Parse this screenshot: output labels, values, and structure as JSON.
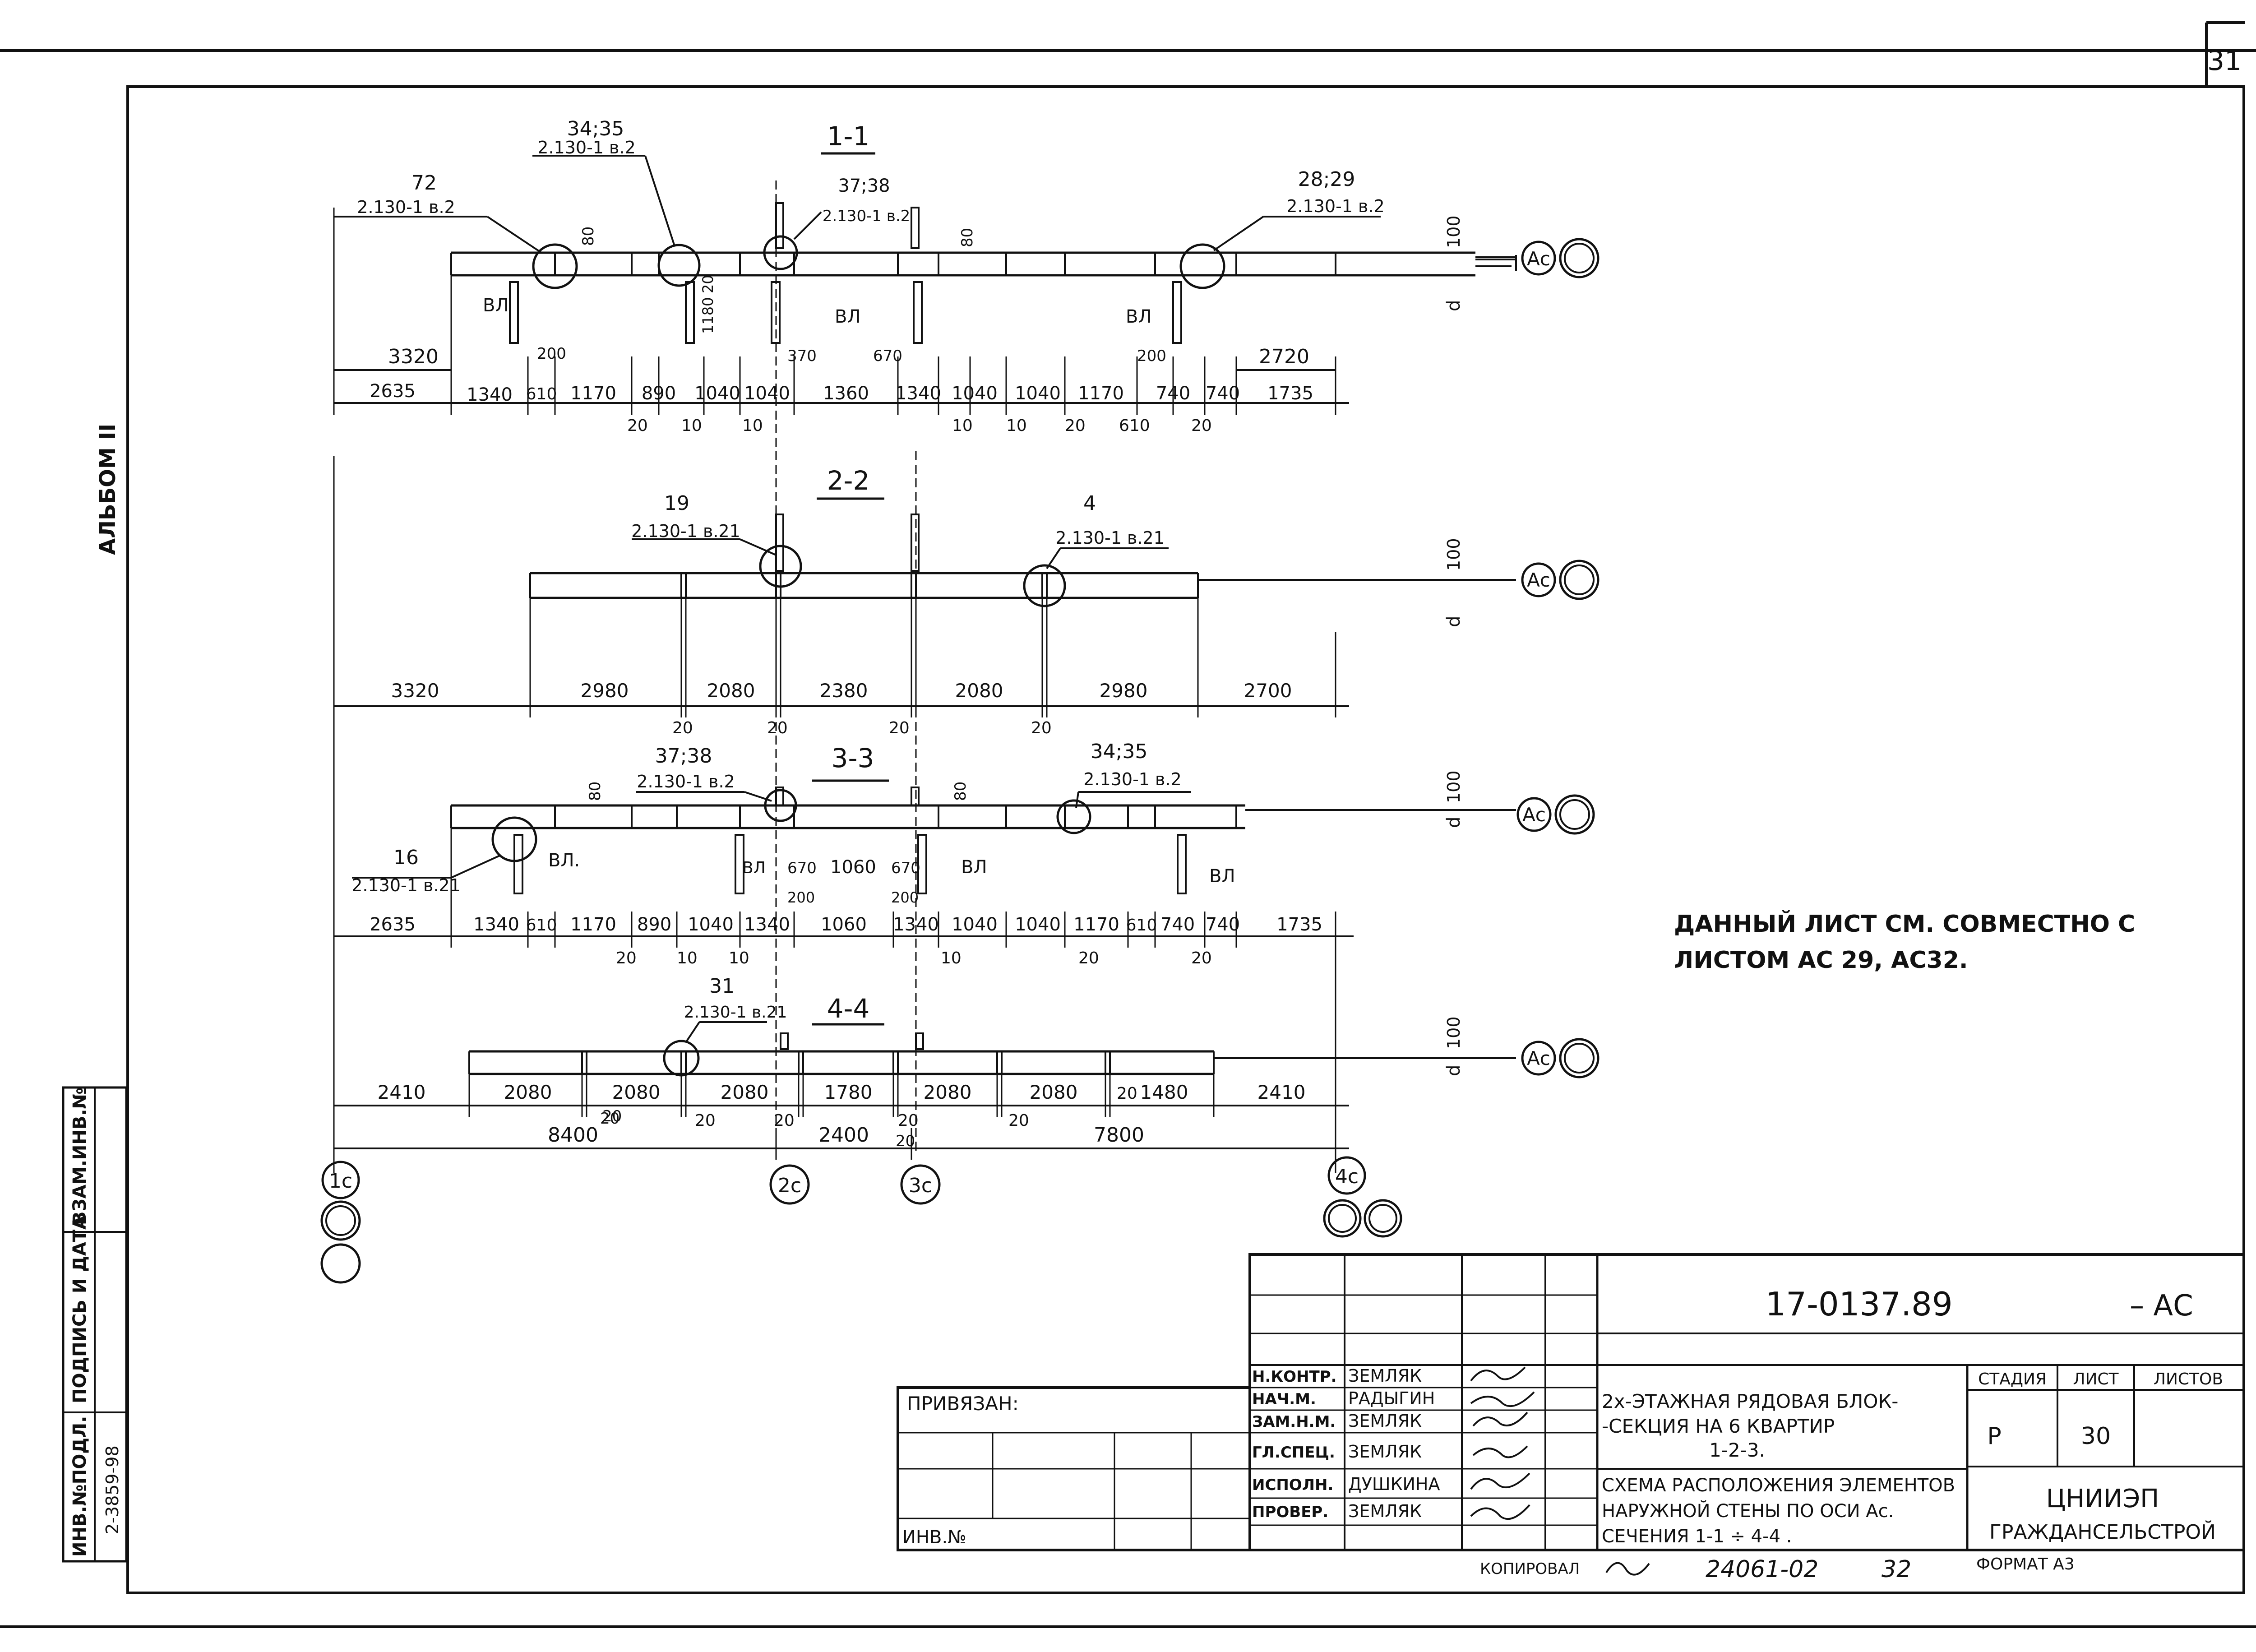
{
  "sheet": {
    "number": "31"
  },
  "left_margin": {
    "album": "АЛЬБОМ II",
    "stamp_headers": [
      "ИНВ.№ПОДЛ.",
      "ПОДПИСЬ И ДАТА",
      "ВЗАМ.ИНВ.№"
    ],
    "inv_value": "2-3859-98"
  },
  "sections": {
    "s1": {
      "title": "1-1",
      "axis": "Ас",
      "callouts": [
        {
          "num": "72",
          "ref": "2.130-1  в.2"
        },
        {
          "num": "34;35",
          "ref": "2.130-1 в.2"
        },
        {
          "num": "37;38",
          "ref": "2.130-1 в.2"
        },
        {
          "num": "28;29",
          "ref": "2.130-1 в.2"
        }
      ],
      "labels": [
        "ВЛ",
        "ВЛ",
        "ВЛ",
        "80",
        "80",
        "100",
        "d",
        "200",
        "1180",
        "20",
        "370",
        "670",
        "200",
        "3320",
        "2720"
      ],
      "dims": [
        "2635",
        "1340",
        "610",
        "1170",
        "890",
        "1040",
        "1040",
        "1360",
        "1340",
        "1040",
        "1040",
        "1170",
        "740",
        "740",
        "1735"
      ],
      "small_dims": [
        "20",
        "10",
        "10",
        "10",
        "10",
        "20",
        "610",
        "20"
      ]
    },
    "s2": {
      "title": "2-2",
      "axis": "Ас",
      "callouts": [
        {
          "num": "19",
          "ref": "2.130-1 в.21"
        },
        {
          "num": "4",
          "ref": "2.130-1 в.21"
        }
      ],
      "labels": [
        "100",
        "d"
      ],
      "dims": [
        "3320",
        "2980",
        "2080",
        "2380",
        "2080",
        "2980",
        "2700"
      ],
      "small_dims": [
        "20",
        "20",
        "20",
        "20"
      ]
    },
    "s3": {
      "title": "3-3",
      "axis": "Ас",
      "callouts": [
        {
          "num": "37;38",
          "ref": "2.130-1 в.2"
        },
        {
          "num": "34;35",
          "ref": "2.130-1 в.2"
        },
        {
          "num": "16",
          "ref": "2.130-1 в.21"
        }
      ],
      "labels": [
        "ВЛ.",
        "ВЛ",
        "ВЛ",
        "ВЛ",
        "80",
        "80",
        "100",
        "d",
        "670",
        "1060",
        "670",
        "200",
        "200"
      ],
      "dims": [
        "2635",
        "1340",
        "610",
        "1170",
        "890",
        "1040",
        "1340",
        "1060",
        "1340",
        "1040",
        "1040",
        "1170",
        "610",
        "740",
        "740",
        "1735"
      ],
      "small_dims": [
        "20",
        "10",
        "10",
        "10",
        "20",
        "20"
      ]
    },
    "s4": {
      "title": "4-4",
      "axis": "Ас",
      "callouts": [
        {
          "num": "31",
          "ref": "2.130-1 в.21"
        }
      ],
      "labels": [
        "100",
        "d"
      ],
      "dims": [
        "2410",
        "2080",
        "2080",
        "2080",
        "1780",
        "2080",
        "2080",
        "1480",
        "2410"
      ],
      "small_dims": [
        "20",
        "20",
        "20",
        "20",
        "20",
        "20"
      ],
      "totals": [
        "8400",
        "2400",
        "7800"
      ],
      "total_small": [
        "20",
        "20"
      ]
    }
  },
  "grid_axes": [
    "1с",
    "2с",
    "3с",
    "4с"
  ],
  "note": [
    "ДАННЫЙ ЛИСТ СМ. СОВМЕСТНО С",
    "ЛИСТОМ АС 29, АС32."
  ],
  "title_block": {
    "doc_code": "17-0137.89",
    "doc_suffix": "– АС",
    "bound_label": "ПРИВЯЗАН:",
    "inv_label": "ИНВ.№",
    "roles": [
      {
        "role": "Н.КОНТР.",
        "name": "ЗЕМЛЯК"
      },
      {
        "role": "НАЧ.М.",
        "name": "РАДЫГИН"
      },
      {
        "role": "ЗАМ.Н.М.",
        "name": "ЗЕМЛЯК"
      },
      {
        "role": "ГЛ.СПЕЦ.",
        "name": "ЗЕМЛЯК"
      },
      {
        "role": "ИСПОЛН.",
        "name": "ДУШКИНА"
      },
      {
        "role": "ПРОВЕР.",
        "name": "ЗЕМЛЯК"
      }
    ],
    "building": [
      "2х-ЭТАЖНАЯ РЯДОВАЯ БЛОК-",
      "-СЕКЦИЯ  НА  6 КВАРТИР",
      "1-2-3."
    ],
    "drawing": [
      "СХЕМА РАСПОЛОЖЕНИЯ ЭЛЕМЕНТОВ",
      "НАРУЖНОЙ СТЕНЫ ПО ОСИ Ас.",
      "СЕЧЕНИЯ 1-1 ÷ 4-4 ."
    ],
    "stage_header": "СТАДИЯ",
    "sheet_header": "ЛИСТ",
    "sheets_header": "ЛИСТОВ",
    "stage": "Р",
    "sheet": "30",
    "org": [
      "ЦНИИЭП",
      "ГРАЖДАНСЕЛЬСТРОЙ"
    ]
  },
  "footer": {
    "copied": "КОПИРОВАЛ",
    "order": "24061-02",
    "num": "32",
    "format": "ФОРМАТ А3"
  }
}
